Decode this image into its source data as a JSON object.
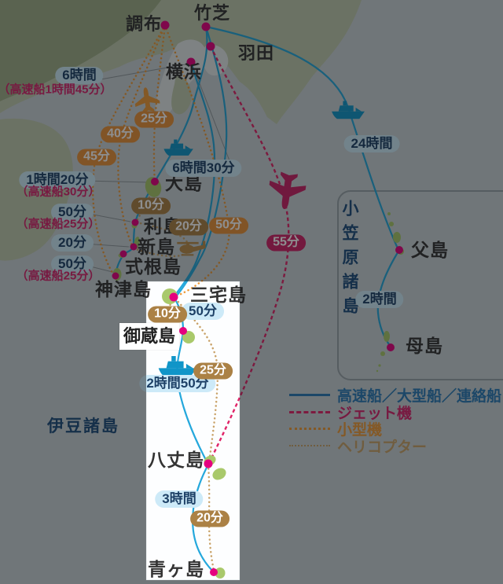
{
  "colors": {
    "sea": "#c8d1d5",
    "land": "#bfcaae",
    "land-dark": "#9fae88",
    "land-urban": "#e3e8e9",
    "panel": "#fdfeff",
    "island": "#a9c96b",
    "dot": "#e5007f",
    "route-ship": "#25a8dc",
    "route-jet": "#e02468",
    "route-plane": "#ef9b3a",
    "route-heli": "#c9a268",
    "ship-icon": "#1095c8",
    "plane-icon": "#ef9b3a",
    "jet-icon": "#c92367",
    "heli-icon": "#b98d4a",
    "pill-bg": "#cdeaf8",
    "pill-text": "#1d4066",
    "badge-orange": "#e8923a",
    "badge-brown": "#ab8145",
    "badge-crimson": "#cf2366",
    "fast-text": "#d6246d",
    "region-text": "#1d4d7c",
    "place-text": "#333333",
    "leader": "#8f979c",
    "frame": "#98a2a8",
    "legend-ship": "#2a7ab5",
    "dim": "rgba(13,15,17,0.47)"
  },
  "places": {
    "chofu": "調布",
    "takeshiba": "竹芝",
    "haneda": "羽田",
    "yokohama": "横浜",
    "oshima": "大島",
    "toshima": "利島",
    "niijima": "新島",
    "shikinejima": "式根島",
    "kozushima": "神津島",
    "miyakejima": "三宅島",
    "mikurajima": "御蔵島",
    "hachijojima": "八丈島",
    "aogashima": "青ヶ島",
    "chichijima": "父島",
    "hahajima": "母島"
  },
  "regions": {
    "izu": "伊豆諸島",
    "ogasawara": "小笠原諸島"
  },
  "times": {
    "yokohama_ship": "6時間",
    "yokohama_fast": "（高速船1時間45分）",
    "oshima_ship": "1時間20分",
    "oshima_fast": "（高速船30分）",
    "toshima_ship": "50分",
    "toshima_fast": "（高速船25分）",
    "niijima_ship": "20分",
    "shikinejima_ship": "50分",
    "shikinejima_fast": "（高速船25分）",
    "takeshiba_oshima_ship": "6時間30分",
    "plane_oshima": "25分",
    "plane_niijima": "40分",
    "plane_kozushima": "45分",
    "plane_miyakejima": "50分",
    "heli_oshima_toshima": "10分",
    "heli_toshima_niijima": "20分",
    "jet_hachijojima": "55分",
    "miyakejima_mikurajima_ship": "50分",
    "heli_miyakejima_mikurajima": "10分",
    "mikurajima_hachijojima_ship": "2時間50分",
    "heli_hachijojima": "25分",
    "hachijojima_aogashima_ship": "3時間",
    "heli_aogashima": "20分",
    "ogasawara_ship": "24時間",
    "chichijima_hahajima_ship": "2時間"
  },
  "legend": {
    "ship": "高速船／大型船／連絡船",
    "jet": "ジェット機",
    "plane": "小型機",
    "heli": "ヘリコプター"
  }
}
